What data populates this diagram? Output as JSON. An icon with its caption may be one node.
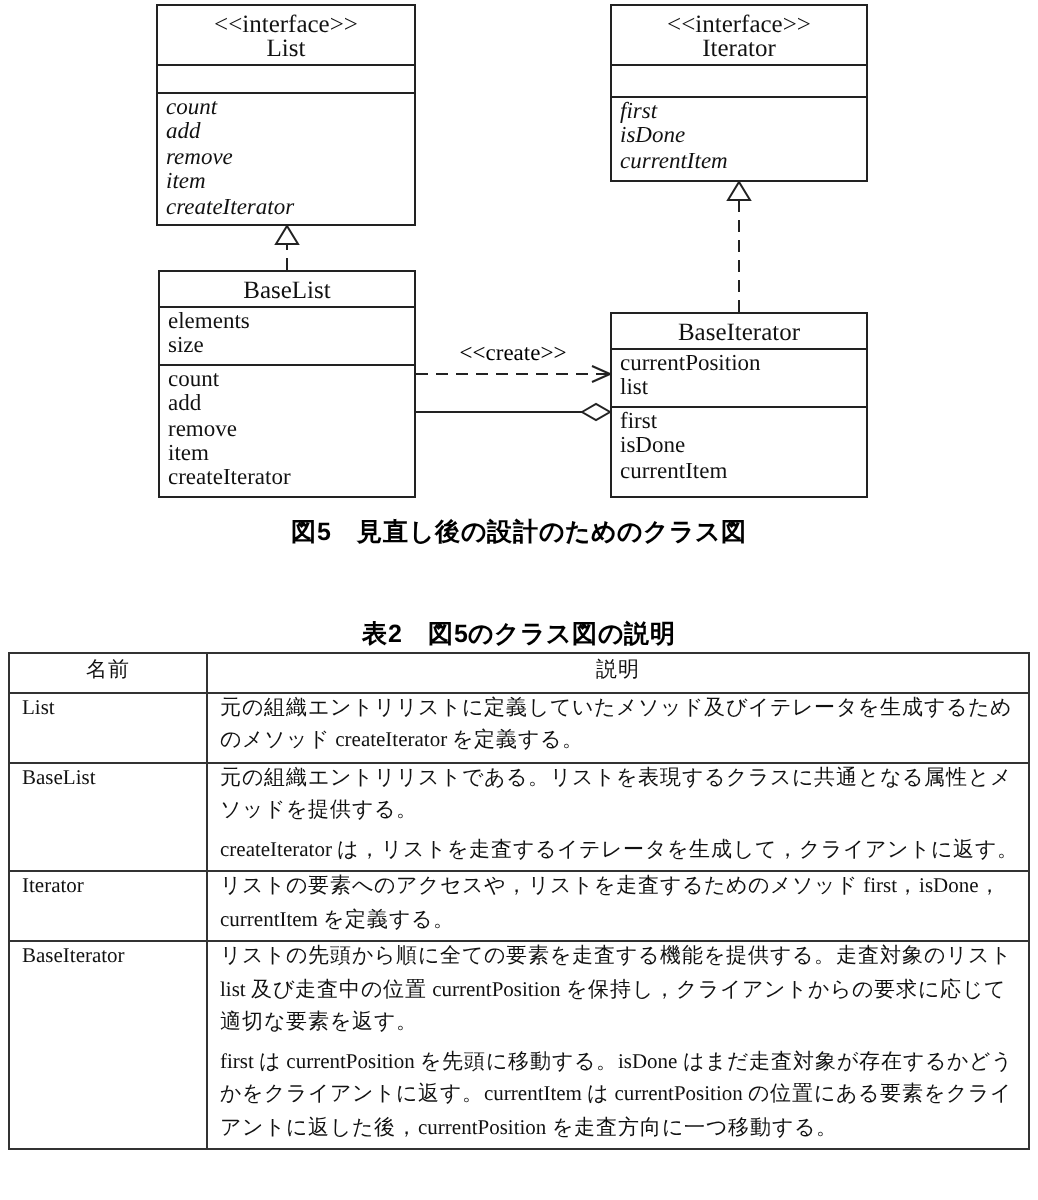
{
  "diagram": {
    "caption": "図5　見直し後の設計のためのクラス図",
    "nodes": [
      {
        "text": [
          "<<interface>> List",
          "count add remove item createIterator"
        ]
      },
      {
        "text": [
          "<<interface>> Iterator",
          "first isDone currentItem"
        ]
      },
      {
        "text": [
          "BaseList",
          "elements size",
          "count add remove item createIterator"
        ]
      },
      {
        "text": [
          "BaseIterator",
          "currentPosition list",
          "first isDone currentItem"
        ]
      }
    ],
    "edges": [
      {
        "from": 2,
        "to": 0,
        "arrow": "to",
        "style": "dashed"
      },
      {
        "from": 3,
        "to": 1,
        "arrow": "to",
        "style": "dashed"
      },
      {
        "from": 2,
        "to": 3,
        "arrow": "to",
        "style": "dashed",
        "label": "<<create>>"
      },
      {
        "from": 2,
        "to": 3,
        "arrow": "other"
      }
    ],
    "labels": [
      "表2　図5のクラス図の説明",
      "名前",
      "説明",
      "List",
      "元の組織エントリリストに定義していたメソッド及びイテレータを生成するためのメソッド createIterator を定義する。",
      "BaseList",
      "元の組織エントリリストである。リストを表現するクラスに共通となる属性とメソッドを提供する。",
      "createIterator は，リストを走査するイテレータを生成して，クライアントに返す。",
      "Iterator",
      "リストの要素へのアクセスや，リストを走査するためのメソッド first，isDone，currentItem を定義する。",
      "BaseIterator",
      "リストの先頭から順に全ての要素を走査する機能を提供する。走査対象のリスト list 及び走査中の位置 currentPosition を保持し，クライアントからの要求に応じて適切な要素を返す。",
      "first は currentPosition を先頭に移動する。isDone はまだ走査対象が存在するかどうかをクライアントに返す。currentItem は currentPosition の位置にある要素をクライアントに返した後，currentPosition を走査方向に一つ移動する。"
    ]
  }
}
